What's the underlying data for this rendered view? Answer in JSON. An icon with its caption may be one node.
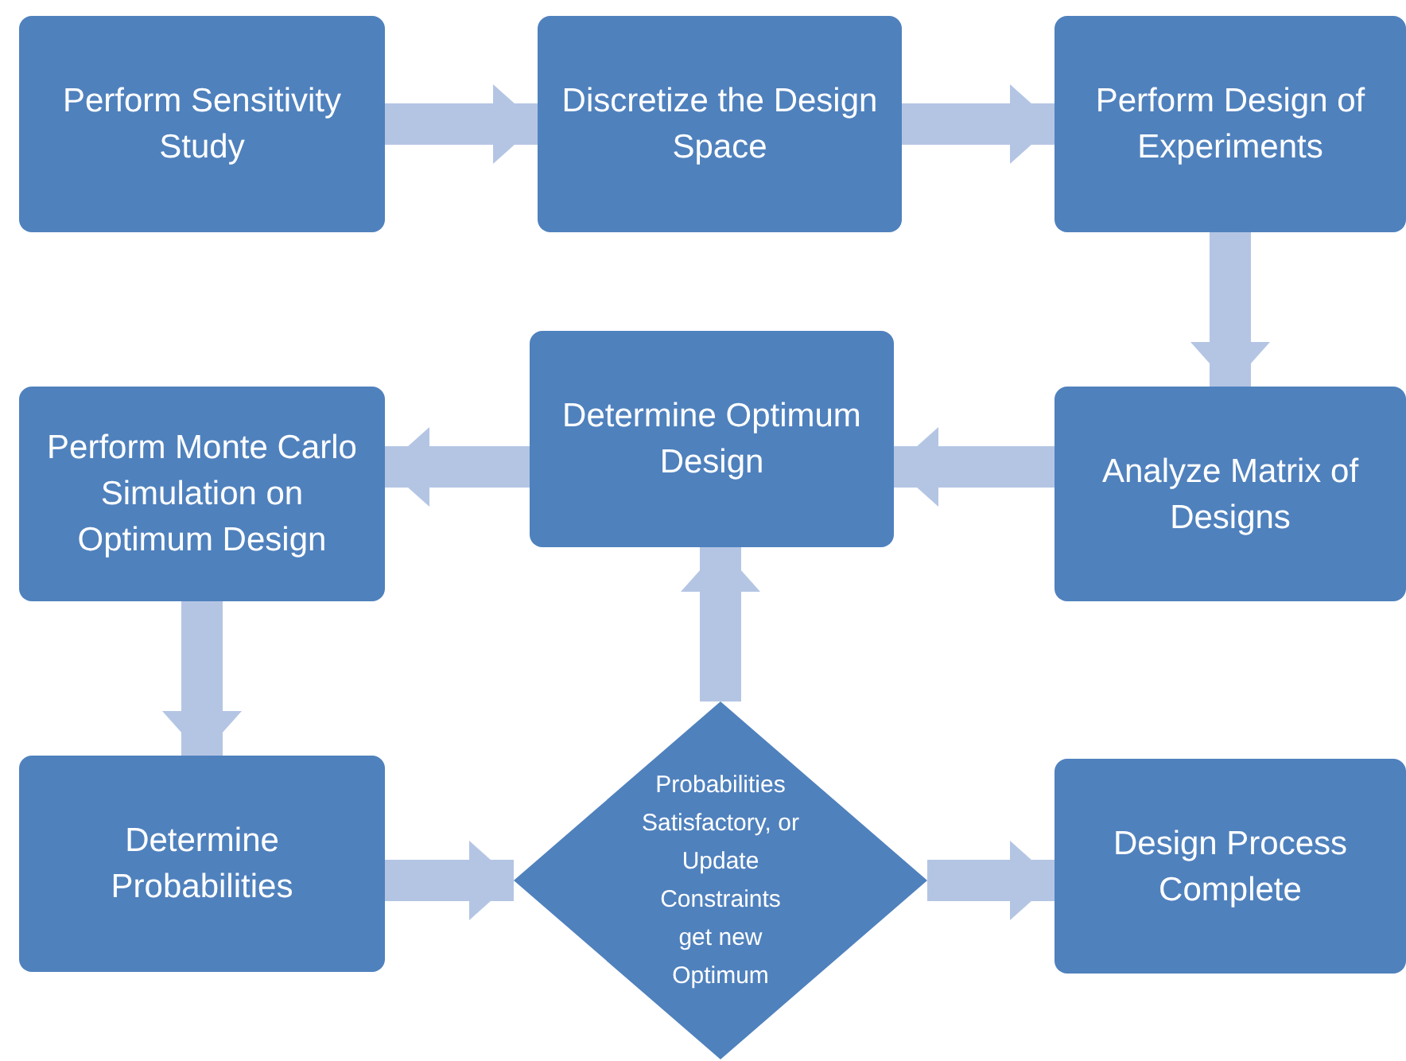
{
  "diagram": {
    "nodes": [
      {
        "text": [
          "Perform Sensitivity Study"
        ]
      },
      {
        "text": [
          "Discretize the Design Space"
        ]
      },
      {
        "text": [
          "Perform Design of Experiments"
        ]
      },
      {
        "text": [
          "Determine Optimum Design"
        ]
      },
      {
        "text": [
          "Perform Monte Carlo Simulation on Optimum Design"
        ]
      },
      {
        "text": [
          "Analyze Matrix of Designs"
        ]
      },
      {
        "text": [
          "Determine Probabilities"
        ]
      },
      {
        "text": [
          "Probabilities Satisfactory, or Update Constraints get new Optimum"
        ]
      },
      {
        "text": [
          "Design Process Complete"
        ]
      }
    ],
    "edges": [
      {
        "from": 0,
        "to": 1,
        "arrow": "to"
      },
      {
        "from": 1,
        "to": 2,
        "arrow": "to"
      },
      {
        "from": 2,
        "to": 5,
        "arrow": "to"
      },
      {
        "from": 5,
        "to": 3,
        "arrow": "to"
      },
      {
        "from": 3,
        "to": 4,
        "arrow": "to"
      },
      {
        "from": 4,
        "to": 6,
        "arrow": "to"
      },
      {
        "from": 6,
        "to": 7,
        "arrow": "to"
      },
      {
        "from": 7,
        "to": 3,
        "arrow": "to"
      },
      {
        "from": 7,
        "to": 8,
        "arrow": "to"
      }
    ]
  }
}
